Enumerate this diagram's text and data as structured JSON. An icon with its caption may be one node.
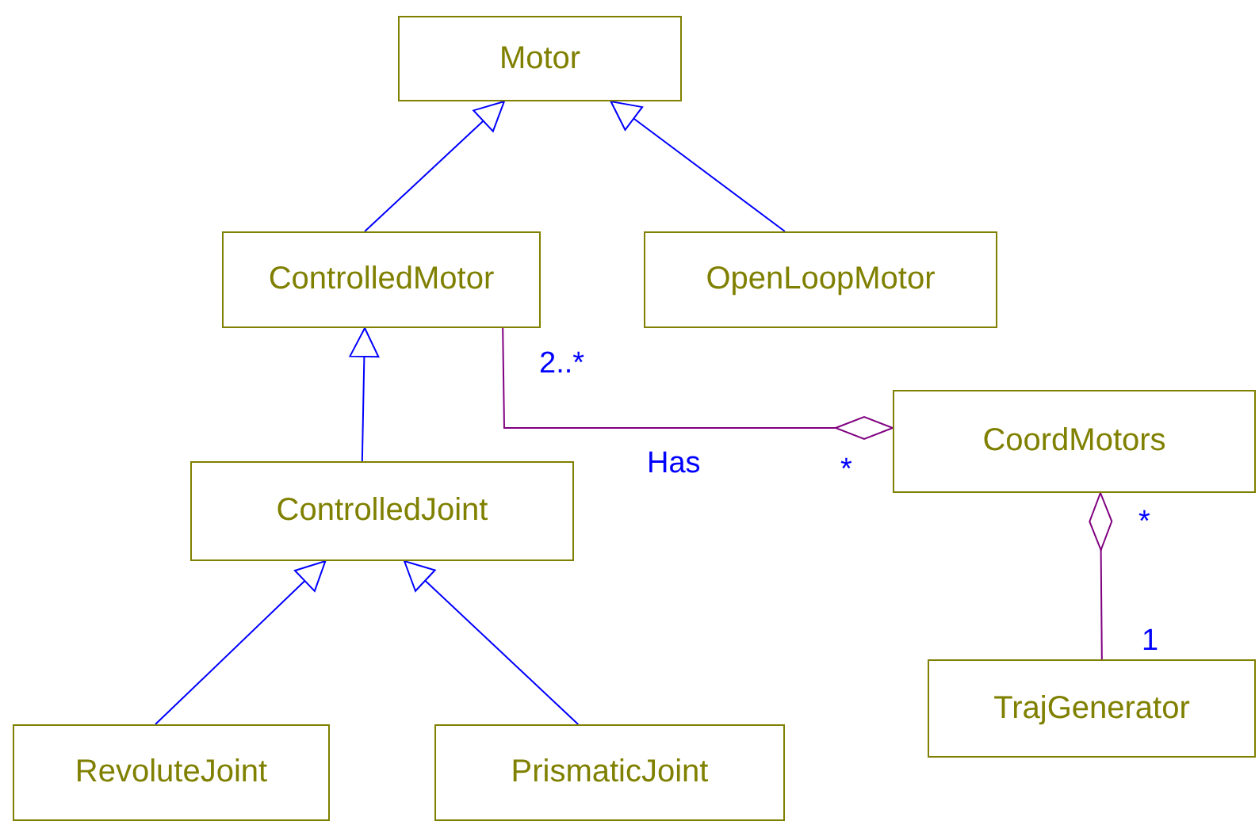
{
  "diagram": {
    "nodes": [
      {
        "text": [
          "Motor"
        ]
      },
      {
        "text": [
          "ControlledMotor"
        ]
      },
      {
        "text": [
          "OpenLoopMotor"
        ]
      },
      {
        "text": [
          "CoordMotors"
        ]
      },
      {
        "text": [
          "ControlledJoint"
        ]
      },
      {
        "text": [
          "RevoluteJoint"
        ]
      },
      {
        "text": [
          "PrismaticJoint"
        ]
      },
      {
        "text": [
          "TrajGenerator"
        ]
      }
    ],
    "edges": [
      {
        "from": 1,
        "to": 0,
        "arrow": "to"
      },
      {
        "from": 2,
        "to": 0,
        "arrow": "to"
      },
      {
        "from": 4,
        "to": 1,
        "arrow": "to"
      },
      {
        "from": 5,
        "to": 4,
        "arrow": "to"
      },
      {
        "from": 6,
        "to": 4,
        "arrow": "to"
      },
      {
        "from": 1,
        "to": 3,
        "arrow": "other",
        "label": "Has",
        "color": "#800080"
      },
      {
        "from": 7,
        "to": 3,
        "arrow": "other",
        "color": "#800080"
      }
    ],
    "labels": [
      "2..*",
      "*",
      "*",
      "1"
    ]
  }
}
